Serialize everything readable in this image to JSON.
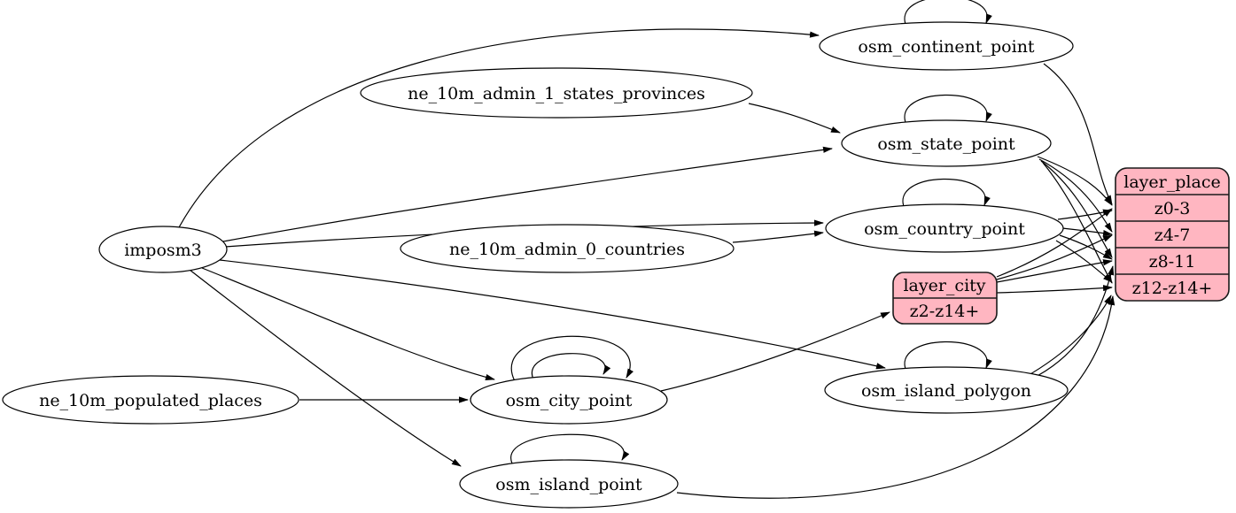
{
  "diagram": {
    "kind": "etl-graph",
    "colors": {
      "record_fill": "#ffb6c1",
      "ellipse_fill": "#ffffff",
      "stroke": "#000000",
      "background": "#ffffff"
    },
    "nodes": {
      "imposm3": {
        "label": "imposm3",
        "shape": "ellipse"
      },
      "ne_10m_admin_1_states_provinces": {
        "label": "ne_10m_admin_1_states_provinces",
        "shape": "ellipse"
      },
      "ne_10m_admin_0_countries": {
        "label": "ne_10m_admin_0_countries",
        "shape": "ellipse"
      },
      "ne_10m_populated_places": {
        "label": "ne_10m_populated_places",
        "shape": "ellipse"
      },
      "osm_continent_point": {
        "label": "osm_continent_point",
        "shape": "ellipse"
      },
      "osm_state_point": {
        "label": "osm_state_point",
        "shape": "ellipse"
      },
      "osm_country_point": {
        "label": "osm_country_point",
        "shape": "ellipse"
      },
      "osm_city_point": {
        "label": "osm_city_point",
        "shape": "ellipse"
      },
      "osm_island_polygon": {
        "label": "osm_island_polygon",
        "shape": "ellipse"
      },
      "osm_island_point": {
        "label": "osm_island_point",
        "shape": "ellipse"
      },
      "layer_city": {
        "label": "layer_city",
        "shape": "record",
        "rows": [
          "z2-z14+"
        ]
      },
      "layer_place": {
        "label": "layer_place",
        "shape": "record",
        "rows": [
          "z0-3",
          "z4-7",
          "z8-11",
          "z12-z14+"
        ]
      }
    },
    "edges": [
      {
        "from": "imposm3",
        "to": "osm_continent_point"
      },
      {
        "from": "imposm3",
        "to": "osm_state_point"
      },
      {
        "from": "imposm3",
        "to": "osm_country_point"
      },
      {
        "from": "imposm3",
        "to": "osm_city_point"
      },
      {
        "from": "imposm3",
        "to": "osm_island_polygon"
      },
      {
        "from": "imposm3",
        "to": "osm_island_point"
      },
      {
        "from": "ne_10m_admin_1_states_provinces",
        "to": "osm_state_point"
      },
      {
        "from": "ne_10m_admin_0_countries",
        "to": "osm_country_point"
      },
      {
        "from": "ne_10m_populated_places",
        "to": "osm_city_point"
      },
      {
        "from": "osm_continent_point",
        "to": "osm_continent_point",
        "self_loop": true
      },
      {
        "from": "osm_state_point",
        "to": "osm_state_point",
        "self_loop": true
      },
      {
        "from": "osm_country_point",
        "to": "osm_country_point",
        "self_loop": true
      },
      {
        "from": "osm_city_point",
        "to": "osm_city_point",
        "self_loop": true
      },
      {
        "from": "osm_city_point",
        "to": "osm_city_point",
        "self_loop": true
      },
      {
        "from": "osm_island_polygon",
        "to": "osm_island_polygon",
        "self_loop": true
      },
      {
        "from": "osm_island_point",
        "to": "osm_island_point",
        "self_loop": true
      },
      {
        "from": "osm_city_point",
        "to": "layer_city",
        "to_port": "z2-z14+"
      },
      {
        "from": "layer_city",
        "to": "layer_place",
        "to_port": "z0-3"
      },
      {
        "from": "layer_city",
        "to": "layer_place",
        "to_port": "z4-7"
      },
      {
        "from": "layer_city",
        "to": "layer_place",
        "to_port": "z8-11"
      },
      {
        "from": "layer_city",
        "to": "layer_place",
        "to_port": "z12-z14+"
      },
      {
        "from": "osm_continent_point",
        "to": "layer_place",
        "to_port": "z0-3"
      },
      {
        "from": "osm_state_point",
        "to": "layer_place",
        "to_port": "z0-3"
      },
      {
        "from": "osm_state_point",
        "to": "layer_place",
        "to_port": "z4-7"
      },
      {
        "from": "osm_state_point",
        "to": "layer_place",
        "to_port": "z8-11"
      },
      {
        "from": "osm_state_point",
        "to": "layer_place",
        "to_port": "z12-z14+"
      },
      {
        "from": "osm_country_point",
        "to": "layer_place",
        "to_port": "z0-3"
      },
      {
        "from": "osm_country_point",
        "to": "layer_place",
        "to_port": "z4-7"
      },
      {
        "from": "osm_country_point",
        "to": "layer_place",
        "to_port": "z8-11"
      },
      {
        "from": "osm_country_point",
        "to": "layer_place",
        "to_port": "z12-z14+"
      },
      {
        "from": "osm_island_polygon",
        "to": "layer_place",
        "to_port": "z8-11"
      },
      {
        "from": "osm_island_polygon",
        "to": "layer_place",
        "to_port": "z12-z14+"
      },
      {
        "from": "osm_island_point",
        "to": "layer_place",
        "to_port": "z12-z14+"
      }
    ]
  }
}
